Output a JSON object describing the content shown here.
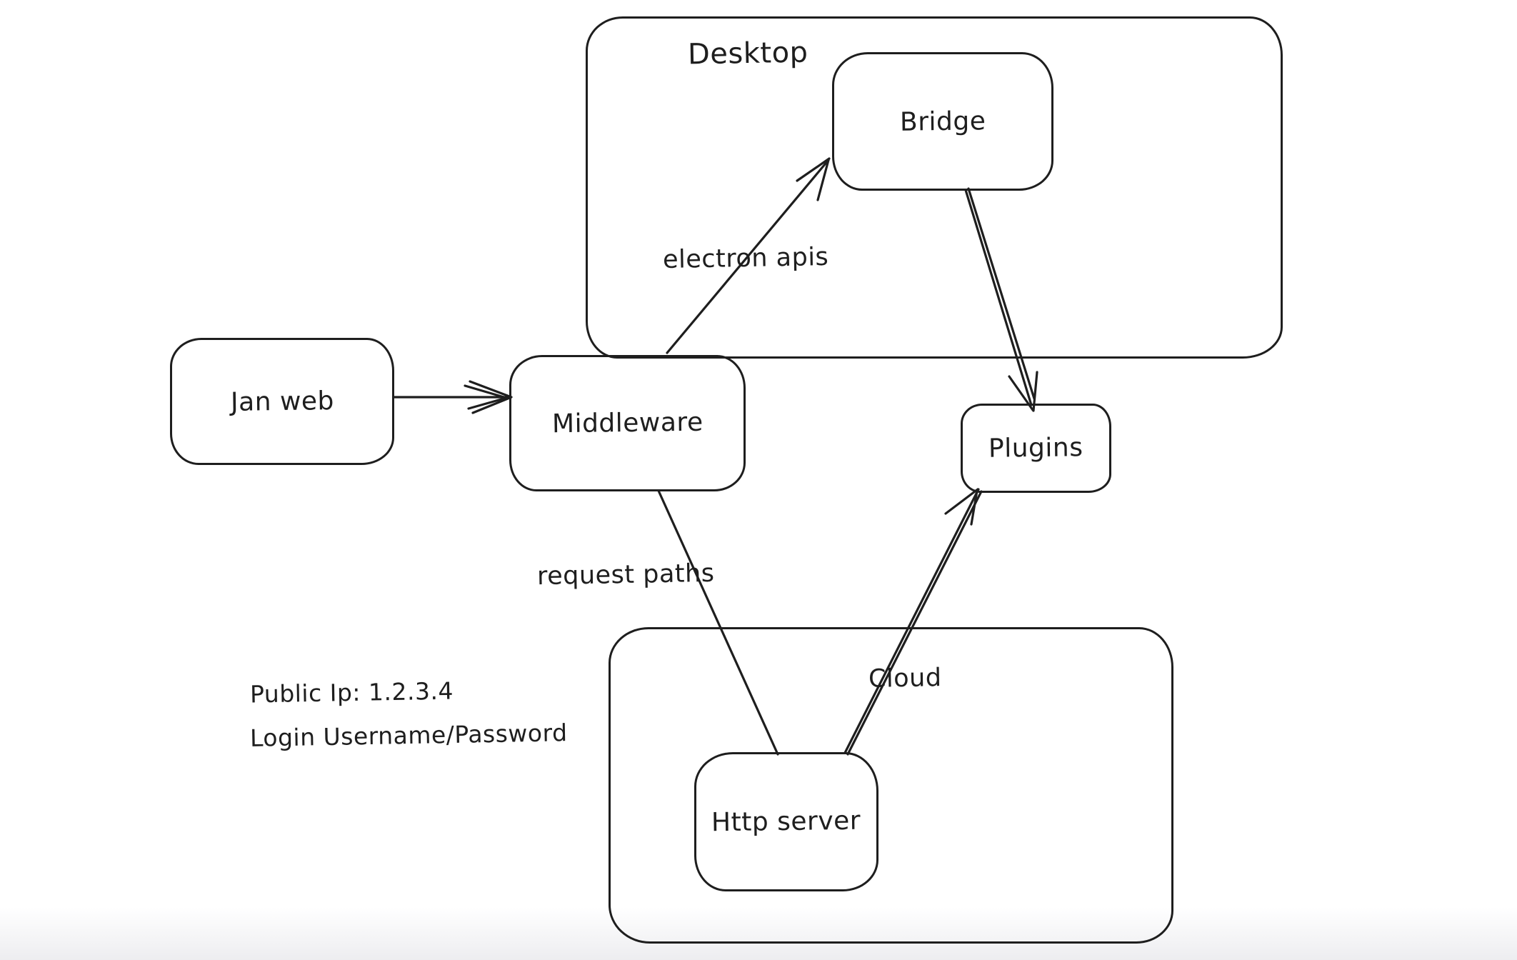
{
  "colors": {
    "stroke": "#1e1e1e",
    "background": "#ffffff"
  },
  "diagram": {
    "type": "architecture-sketch",
    "containers": [
      {
        "id": "desktop",
        "label": "Desktop"
      },
      {
        "id": "cloud",
        "label": "Cloud"
      }
    ],
    "nodes": [
      {
        "id": "jan-web",
        "label": "Jan web",
        "container": null
      },
      {
        "id": "middleware",
        "label": "Middleware",
        "container": null
      },
      {
        "id": "bridge",
        "label": "Bridge",
        "container": "desktop"
      },
      {
        "id": "plugins",
        "label": "Plugins",
        "container": null
      },
      {
        "id": "http-server",
        "label": "Http server",
        "container": "cloud"
      }
    ],
    "edges": [
      {
        "from": "Jan web",
        "to": "Middleware",
        "label": "",
        "arrowhead": "open-chevron"
      },
      {
        "from": "Middleware",
        "to": "Bridge",
        "label": "electron apis",
        "arrowhead": "barbs"
      },
      {
        "from": "Bridge",
        "to": "Plugins",
        "label": "",
        "arrowhead": "barbs"
      },
      {
        "from": "Middleware",
        "to": "Http server",
        "label": "request paths",
        "arrowhead": "none"
      },
      {
        "from": "Http server",
        "to": "Plugins",
        "label": "",
        "arrowhead": "barbs"
      }
    ],
    "annotations": [
      {
        "id": "public-ip",
        "text": "Public Ip: 1.2.3.4"
      },
      {
        "id": "login",
        "text": "Login Username/Password"
      }
    ]
  }
}
